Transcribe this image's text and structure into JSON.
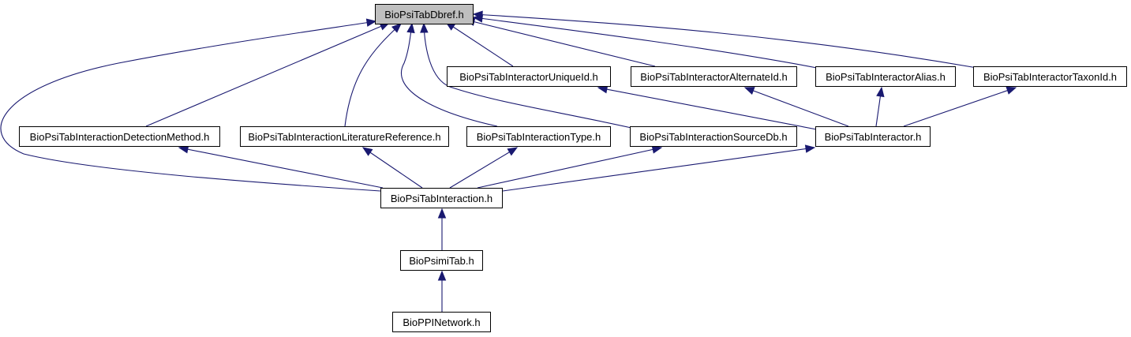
{
  "colors": {
    "edge": "#191970",
    "node_border": "#000000",
    "root_fill": "#bfbfbf",
    "node_fill": "#ffffff"
  },
  "nodes": {
    "dbref": "BioPsiTabDbref.h",
    "uniqueid": "BioPsiTabInteractorUniqueId.h",
    "alternateid": "BioPsiTabInteractorAlternateId.h",
    "alias": "BioPsiTabInteractorAlias.h",
    "taxonid": "BioPsiTabInteractorTaxonId.h",
    "detection": "BioPsiTabInteractionDetectionMethod.h",
    "literature": "BioPsiTabInteractionLiteratureReference.h",
    "itype": "BioPsiTabInteractionType.h",
    "sourcedb": "BioPsiTabInteractionSourceDb.h",
    "interactor": "BioPsiTabInteractor.h",
    "interaction": "BioPsiTabInteraction.h",
    "psimitab": "BioPsimiTab.h",
    "ppinetwork": "BioPPINetwork.h"
  },
  "edges": [
    {
      "from": "uniqueid",
      "to": "dbref"
    },
    {
      "from": "alternateid",
      "to": "dbref"
    },
    {
      "from": "alias",
      "to": "dbref"
    },
    {
      "from": "taxonid",
      "to": "dbref"
    },
    {
      "from": "detection",
      "to": "dbref"
    },
    {
      "from": "literature",
      "to": "dbref"
    },
    {
      "from": "itype",
      "to": "dbref"
    },
    {
      "from": "sourcedb",
      "to": "dbref"
    },
    {
      "from": "interaction",
      "to": "dbref"
    },
    {
      "from": "interactor",
      "to": "uniqueid"
    },
    {
      "from": "interactor",
      "to": "alternateid"
    },
    {
      "from": "interactor",
      "to": "alias"
    },
    {
      "from": "interactor",
      "to": "taxonid"
    },
    {
      "from": "interaction",
      "to": "detection"
    },
    {
      "from": "interaction",
      "to": "literature"
    },
    {
      "from": "interaction",
      "to": "itype"
    },
    {
      "from": "interaction",
      "to": "sourcedb"
    },
    {
      "from": "interaction",
      "to": "interactor"
    },
    {
      "from": "psimitab",
      "to": "interaction"
    },
    {
      "from": "ppinetwork",
      "to": "psimitab"
    }
  ]
}
